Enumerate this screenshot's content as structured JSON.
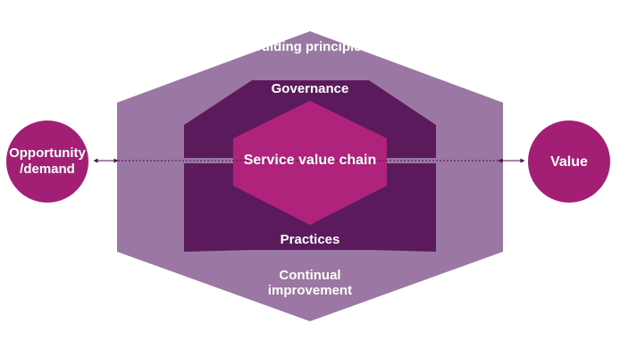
{
  "colors": {
    "outer_hexagon": "#9b77a3",
    "middle_hexagon": "#5b1a5c",
    "inner_hexagon": "#b0237d",
    "circle_fill": "#a31f76",
    "circle_shade": "#861a62",
    "connector_line": "#4a1048"
  },
  "labels": {
    "guiding_principles": "Guiding principles",
    "governance": "Governance",
    "service_value_chain": "Service value chain",
    "practices": "Practices",
    "continual_improvement_line1": "Continual",
    "continual_improvement_line2": "improvement"
  },
  "left_circle": {
    "line1": "Opportunity",
    "line2": "/demand"
  },
  "right_circle": {
    "label": "Value"
  },
  "icons": {
    "left_arrow": "double-headed-arrow-icon",
    "right_arrow": "double-headed-arrow-icon"
  }
}
